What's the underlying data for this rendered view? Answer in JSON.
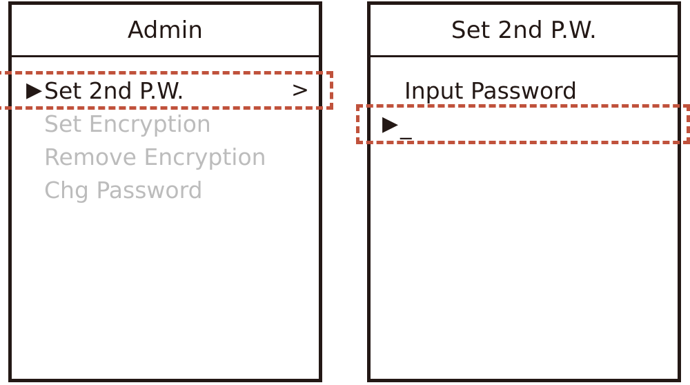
{
  "screens": [
    {
      "id": "admin-menu",
      "title": "Admin",
      "items": [
        {
          "label": "Set 2nd P.W.",
          "marker": "▶",
          "chevron": ">",
          "state": "selected"
        },
        {
          "label": "Set Encryption",
          "marker": "",
          "chevron": "",
          "state": "disabled"
        },
        {
          "label": "Remove Encryption",
          "marker": "",
          "chevron": "",
          "state": "disabled"
        },
        {
          "label": "Chg Password",
          "marker": "",
          "chevron": "",
          "state": "disabled"
        }
      ]
    },
    {
      "id": "set-2nd-pw",
      "title": "Set 2nd P.W.",
      "prompt": "Input Password",
      "field": {
        "marker": "▶",
        "value": "_",
        "placeholder": "_"
      }
    }
  ],
  "annotations": {
    "highlight_color": "#c0523c",
    "selected_menu_item": "Set 2nd P.W.",
    "highlighted_field": "password-entry"
  },
  "colors": {
    "ink": "#231815",
    "disabled_text": "#bcbcbc",
    "highlight": "#c0523c",
    "background": "#ffffff"
  }
}
